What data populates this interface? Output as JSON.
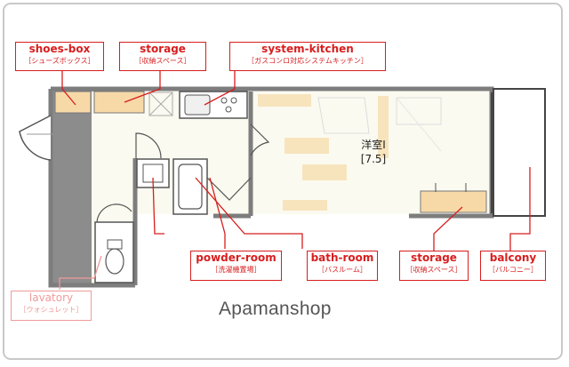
{
  "labels": {
    "shoes_box": {
      "en": "shoes-box",
      "jp": "［シューズボックス］"
    },
    "storage_top": {
      "en": "storage",
      "jp": "［収納スペース］"
    },
    "system_kitchen": {
      "en": "system-kitchen",
      "jp": "［ガスコンロ対応システムキッチン］"
    },
    "powder_room": {
      "en": "powder-room",
      "jp": "［洗濯機置場］"
    },
    "bath_room": {
      "en": "bath-room",
      "jp": "［バスルーム］"
    },
    "storage_bottom": {
      "en": "storage",
      "jp": "［収納スペース］"
    },
    "balcony": {
      "en": "balcony",
      "jp": "［バルコニー］"
    },
    "lavatory": {
      "en": "lavatory",
      "jp": "［ウォシュレット］"
    }
  },
  "room": {
    "name": "洋室Ⅰ",
    "size": "[7.5]"
  },
  "brand": "Apamanshop",
  "colors": {
    "label_red": "#d81e1e",
    "lavatory_pink": "#f09a9a",
    "wall": "#8c8c8c",
    "closet": "#f7d9a8",
    "floor": "#fbfaf0"
  }
}
